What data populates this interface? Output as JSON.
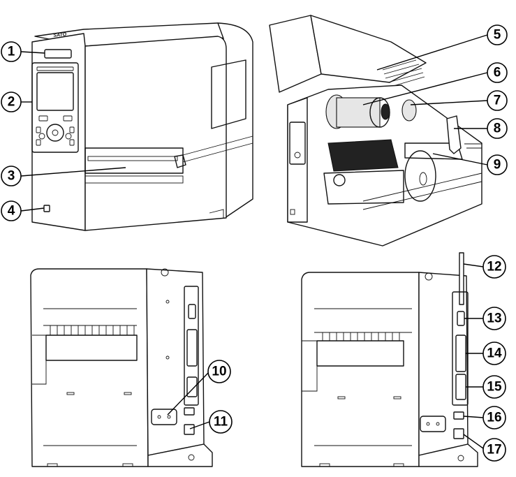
{
  "brand_label": "SATO",
  "callouts": [
    {
      "num": "1"
    },
    {
      "num": "2"
    },
    {
      "num": "3"
    },
    {
      "num": "4"
    },
    {
      "num": "5"
    },
    {
      "num": "6"
    },
    {
      "num": "7"
    },
    {
      "num": "8"
    },
    {
      "num": "9"
    },
    {
      "num": "10"
    },
    {
      "num": "11"
    },
    {
      "num": "12"
    },
    {
      "num": "13"
    },
    {
      "num": "14"
    },
    {
      "num": "15"
    },
    {
      "num": "16"
    },
    {
      "num": "17"
    }
  ],
  "views": [
    {
      "id": "front-view"
    },
    {
      "id": "open-cover-view"
    },
    {
      "id": "rear-view-standard"
    },
    {
      "id": "rear-view-optional"
    }
  ]
}
